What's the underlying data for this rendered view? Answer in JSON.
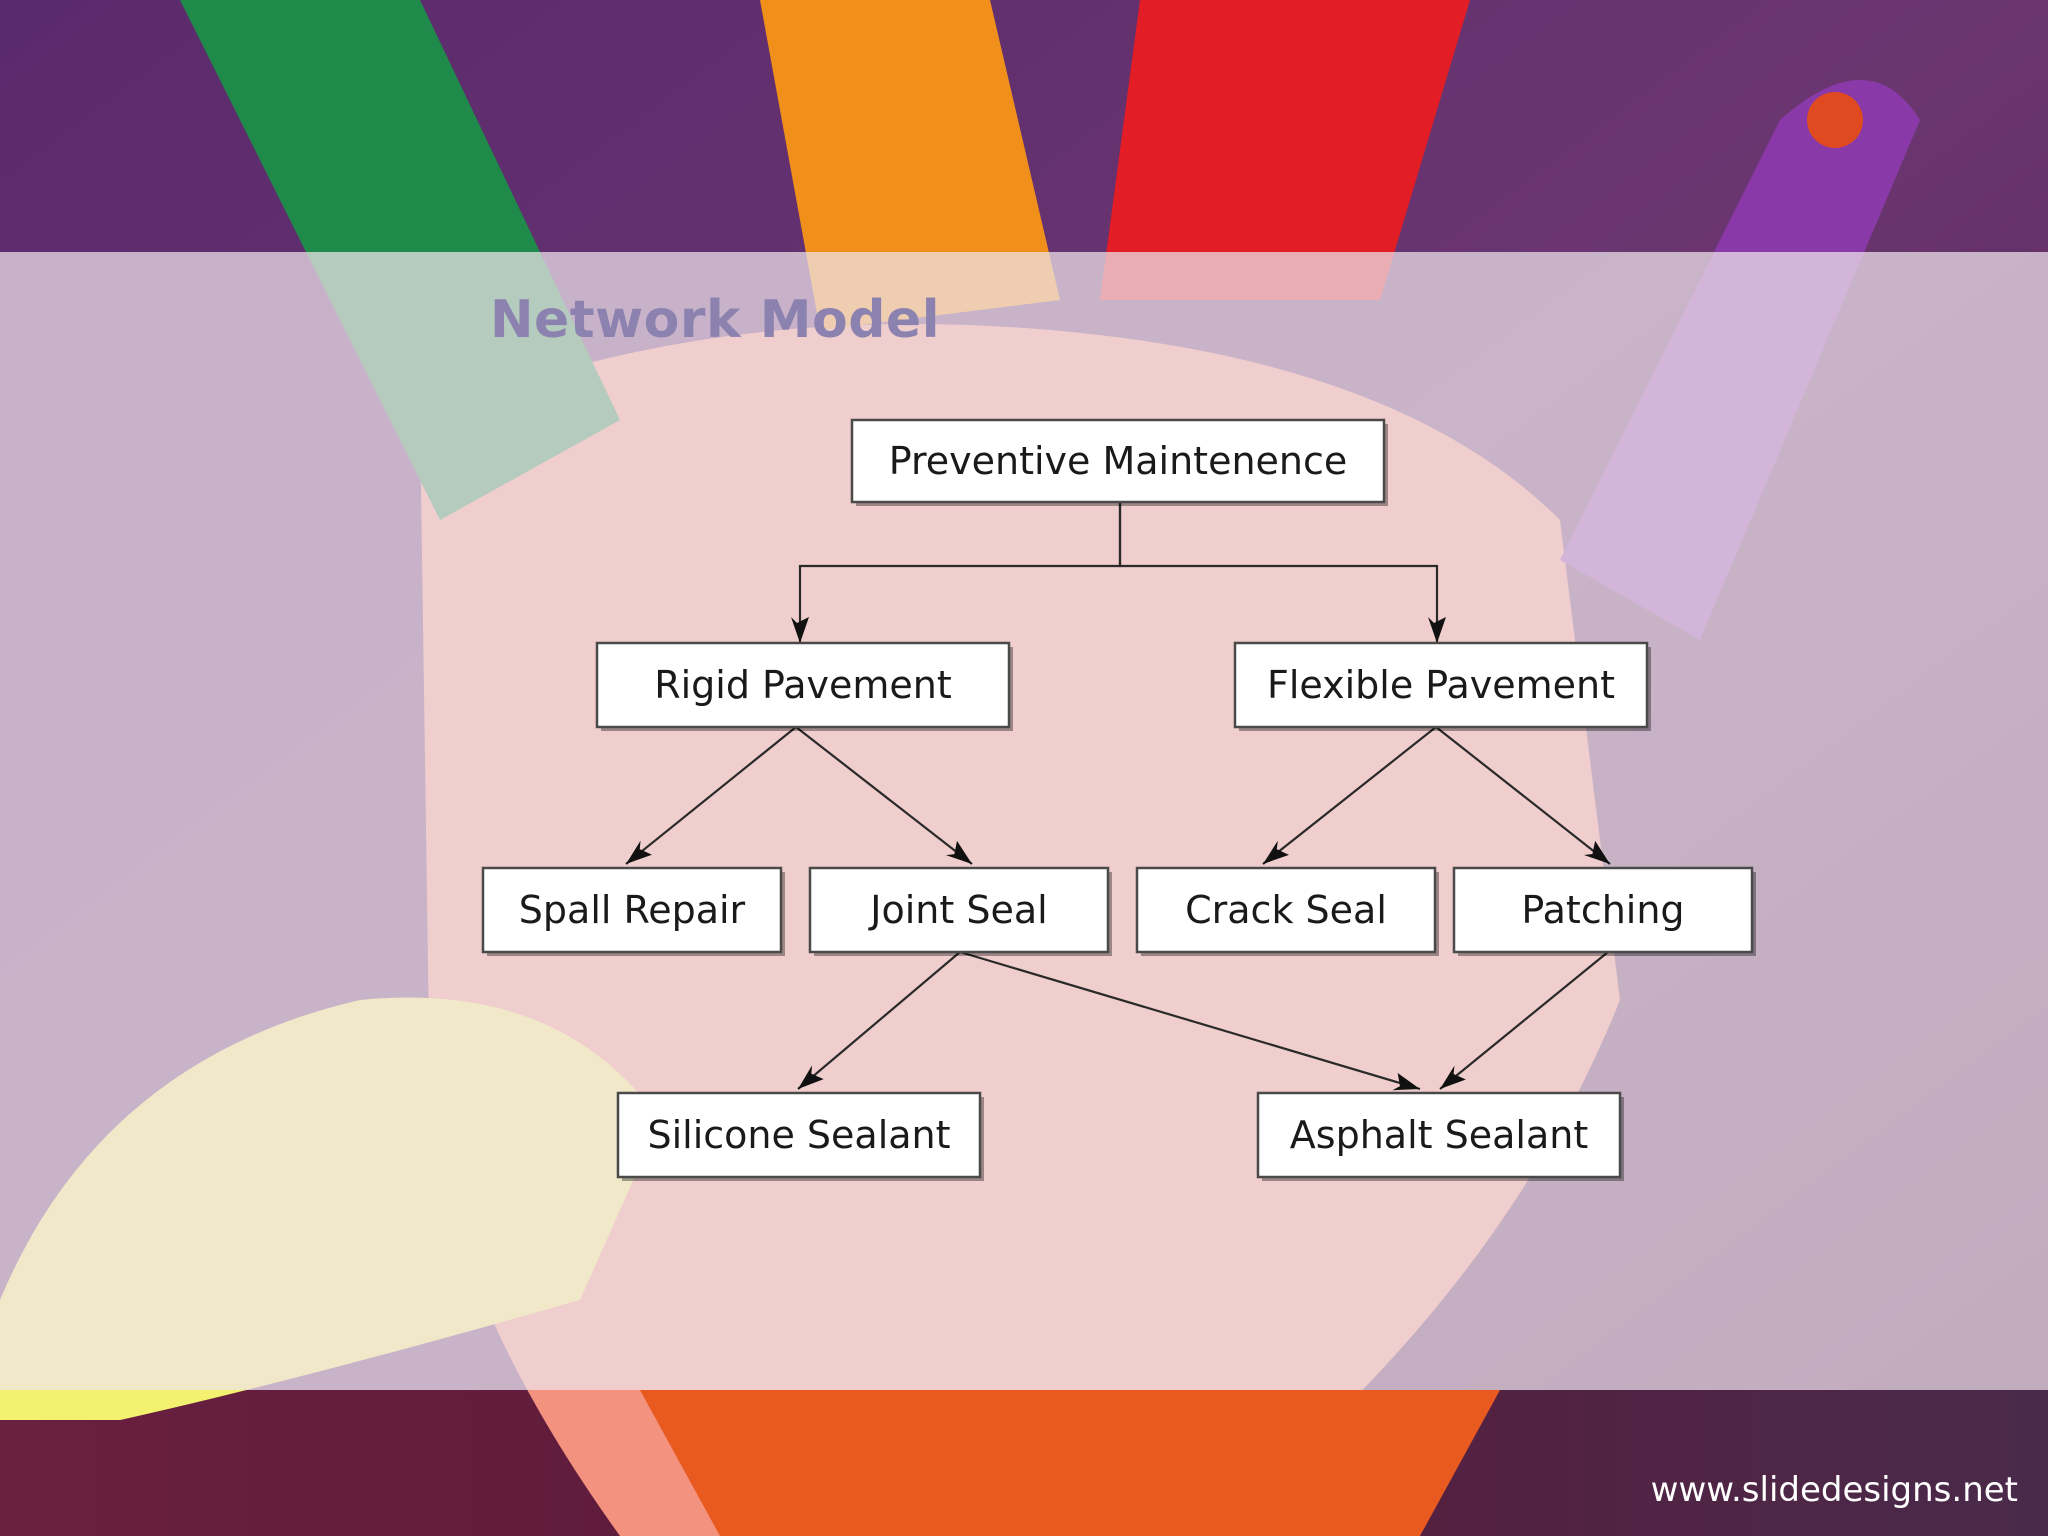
{
  "slide": {
    "title": "Network Model",
    "footer_url": "www.slidedesigns.net"
  },
  "colors": {
    "title": "#8c82b0",
    "band": "#eee4ec",
    "frame": "#3c1a4f"
  },
  "diagram": {
    "nodes": {
      "root": "Preventive Maintenence",
      "rigid": "Rigid Pavement",
      "flexible": "Flexible Pavement",
      "spall": "Spall Repair",
      "joint": "Joint Seal",
      "crack": "Crack Seal",
      "patching": "Patching",
      "silicone": "Silicone Sealant",
      "asphalt": "Asphalt Sealant"
    },
    "edges": [
      [
        "root",
        "rigid"
      ],
      [
        "root",
        "flexible"
      ],
      [
        "rigid",
        "spall"
      ],
      [
        "rigid",
        "joint"
      ],
      [
        "flexible",
        "crack"
      ],
      [
        "flexible",
        "patching"
      ],
      [
        "joint",
        "silicone"
      ],
      [
        "joint",
        "asphalt"
      ],
      [
        "patching",
        "asphalt"
      ]
    ]
  }
}
